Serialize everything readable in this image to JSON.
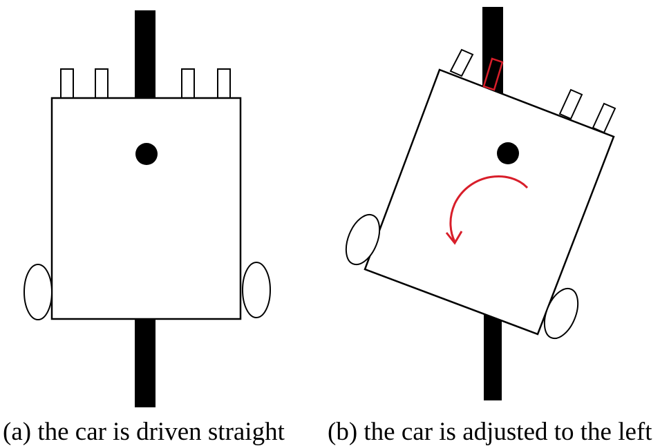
{
  "panels": [
    {
      "id": "a",
      "caption": "(a) the car is driven straight"
    },
    {
      "id": "b",
      "caption": "(b) the car is adjusted to the left"
    }
  ],
  "colors": {
    "line": "#000000",
    "car_outline": "#000000",
    "car_fill": "#ffffff",
    "highlight": "#d81e2a",
    "background": "#ffffff"
  },
  "icons": {
    "rotation_arrow": "curved-arrow-counterclockwise-icon"
  }
}
